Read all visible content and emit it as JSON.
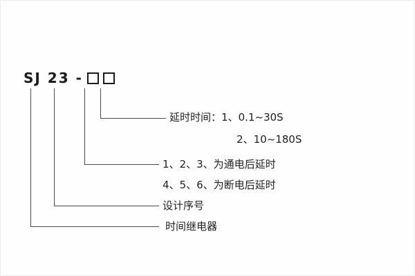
{
  "model": {
    "code": "SJ 23 -"
  },
  "annotations": {
    "delay_time_line1": "延时时间：1、0.1~30S",
    "delay_time_line2": "2、10~180S",
    "power_on_delay": "1、2、3、为通电后延时",
    "power_off_delay": "4、5、6、为断电后延时",
    "design_serial": "设计序号",
    "time_relay": "时间继电器"
  },
  "colors": {
    "line": "#4a4a4a",
    "text": "#222222",
    "background": "#fefefe"
  }
}
